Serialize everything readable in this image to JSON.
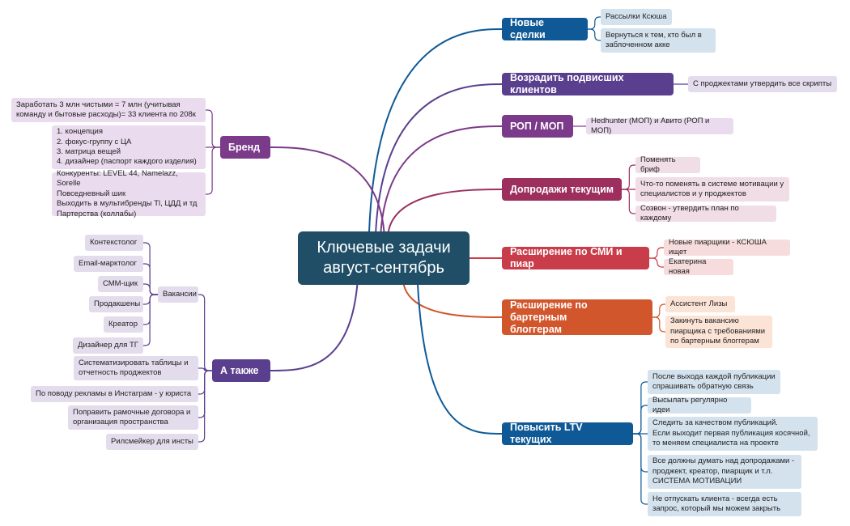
{
  "center": {
    "title": "Ключевые задачи\nавгуст-сентябрь"
  },
  "branches": {
    "new_deals": {
      "label": "Новые сделки",
      "color": "#0f5a96",
      "items": [
        "Рассылки Ксюша",
        "Вернуться к тем, кто был в\nзаблоченном акке"
      ]
    },
    "revive": {
      "label": "Возрадить подвисших клиентов",
      "color": "#5b3f8f",
      "items": [
        "С проджектами утвердить все скрипты"
      ]
    },
    "rop": {
      "label": "РОП / МОП",
      "color": "#7b3a8a",
      "items": [
        "Hedhunter (МОП) и Авито (РОП и МОП)"
      ]
    },
    "upsell": {
      "label": "Допродажи текущим",
      "color": "#9c2f5e",
      "items": [
        "Поменять бриф",
        "Что-то поменять в системе мотивации у\nспециалистов и у проджектов",
        "Созвон - утвердить план по каждому"
      ]
    },
    "smi": {
      "label": "Расширение по СМИ и пиар",
      "color": "#c93c49",
      "items": [
        "Новые пиарщики - КСЮША ищет",
        "Екатерина новая"
      ]
    },
    "barter": {
      "label": "Расширение по бартерным\nблоггерам",
      "color": "#d2562c",
      "items": [
        "Ассистент Лизы",
        "Закинуть вакансию\nпиарщика с требованиями\nпо бартерным блоггерам"
      ]
    },
    "ltv": {
      "label": "Повысить LTV текущих",
      "color": "#0f5a96",
      "items": [
        "После выхода каждой публикации\nспрашивать обратную связь",
        "Высылать регулярно идеи",
        "Следить за качеством публикаций.\nЕсли выходит первая публикация косячной,\nто меняем специалиста на проекте",
        "Все должны думать над допродажами -\nпроджект, креатор, пиарщик и т.л.\nСИСТЕМА МОТИВАЦИИ",
        "Не отпускать клиента - всегда есть\nзапрос, который мы можем закрыть"
      ]
    },
    "brand": {
      "label": "Бренд",
      "color": "#7b3a8a",
      "items": [
        "Заработать 3 млн чистыми = 7 млн (учитывая\nкоманду и бытовые расходы)= 33 клиента по 208к",
        "1. концепция\n2. фокус-группу с ЦА\n3. матрица вещей\n4. дизайнер (паспорт каждого изделия)",
        "Конкуренты: LEVEL 44, Namelazz, Sorelle\nПовседневный шик\nВыходить в мультибренды Tl, ЦДД и тд\nПартерства (коллабы)"
      ]
    },
    "also": {
      "label": "А также",
      "color": "#5b3f8f",
      "vacancies": {
        "label": "Вакансии",
        "items": [
          "Контекстолог",
          "Email-марктолог",
          "СММ-щик",
          "Продакшены",
          "Креатор",
          "Дизайнер для ТГ"
        ]
      },
      "items": [
        "Систематизировать таблицы и\nотчетность проджектов",
        "По поводу рекламы в Инстаграм - у юриста",
        "Поправить рамочные договора и\nорганизация пространства",
        "Рилсмейкер для инсты"
      ]
    }
  }
}
